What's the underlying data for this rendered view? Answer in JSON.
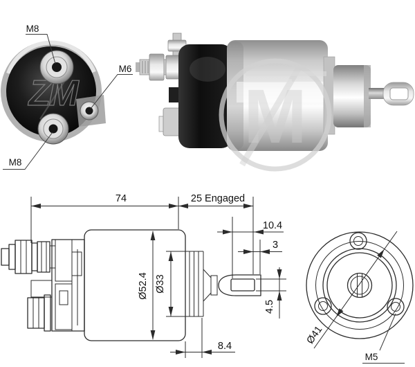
{
  "diagram": {
    "brand_watermark": "ZM",
    "photo_watermark_letter": "M"
  },
  "end_view": {
    "top_terminal": "M8",
    "side_terminal": "M6",
    "bottom_terminal": "M8"
  },
  "side_view": {
    "body_length": "74",
    "engaged_stroke": "25 Engaged",
    "plunger_eye_depth": "10.4",
    "eye_tip": "3",
    "body_diameter": "Ø52.4",
    "front_flange_diameter": "Ø33",
    "eye_hole_width": "4.5",
    "front_flange_length": "8.4"
  },
  "front_view": {
    "bolt_circle": "Ø41",
    "mounting_thread": "M5"
  }
}
